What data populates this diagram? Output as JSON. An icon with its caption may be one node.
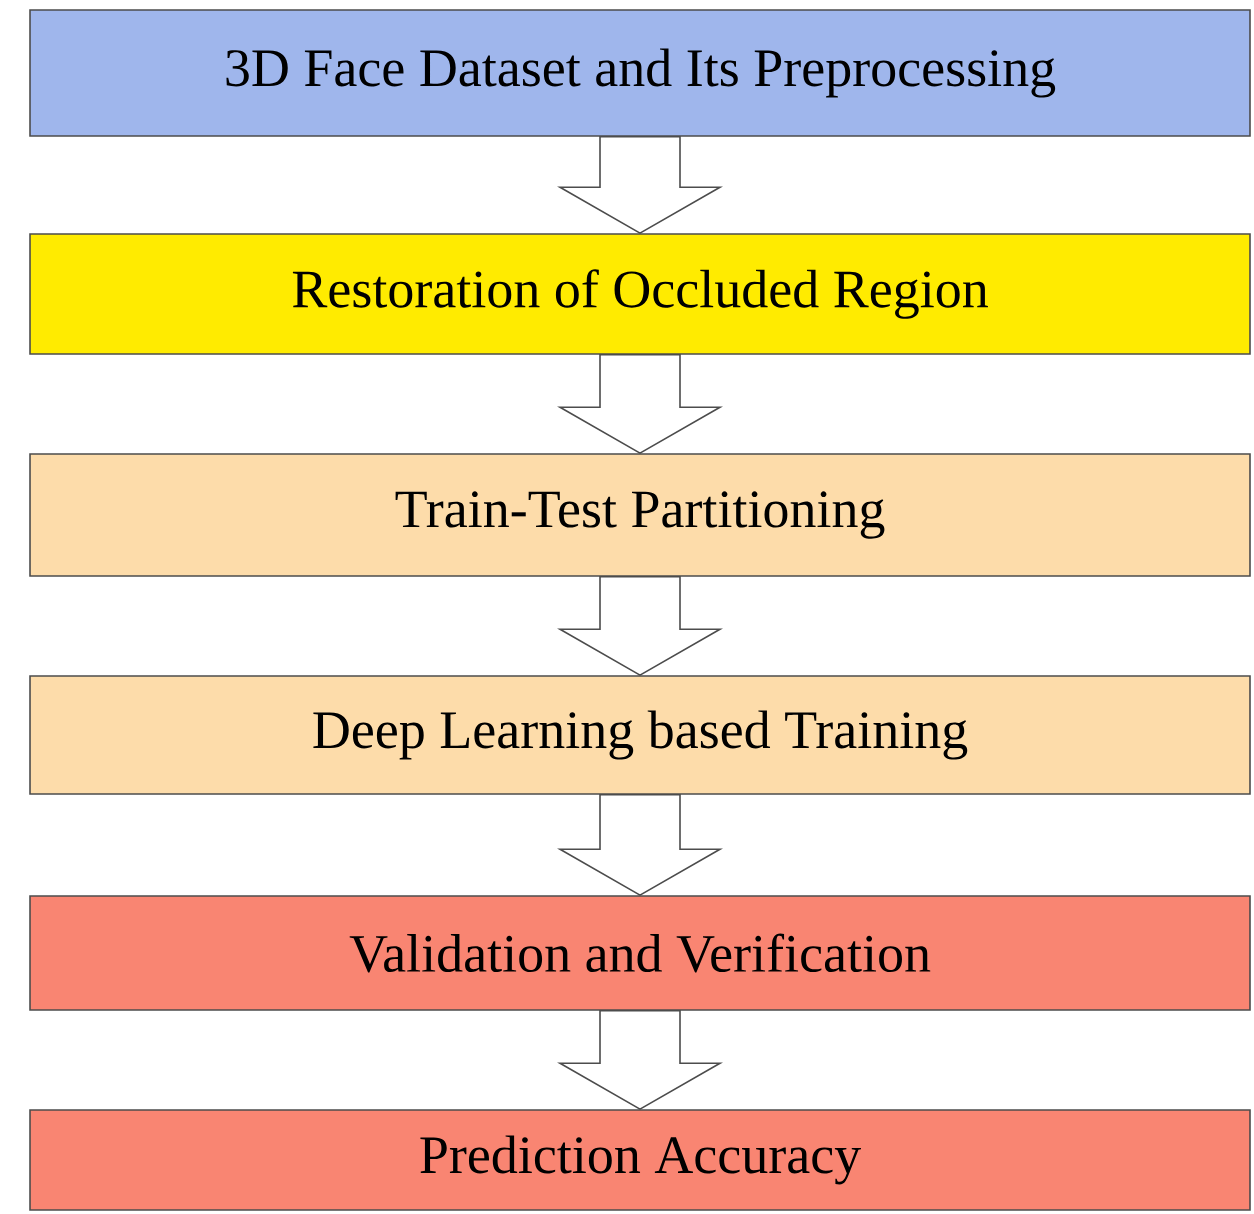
{
  "diagram": {
    "nodes": [
      {
        "text": [
          "3D Face Dataset and Its Preprocessing"
        ]
      },
      {
        "text": [
          "Restoration of Occluded Region"
        ]
      },
      {
        "text": [
          "Train-Test Partitioning"
        ]
      },
      {
        "text": [
          "Deep Learning based Training"
        ]
      },
      {
        "text": [
          "Validation and Verification"
        ]
      },
      {
        "text": [
          "Prediction Accuracy"
        ]
      }
    ],
    "edges": [
      {
        "from": 0,
        "to": 1,
        "arrow": "to"
      },
      {
        "from": 1,
        "to": 2,
        "arrow": "to"
      },
      {
        "from": 2,
        "to": 3,
        "arrow": "to"
      },
      {
        "from": 3,
        "to": 4,
        "arrow": "to"
      },
      {
        "from": 4,
        "to": 5,
        "arrow": "to"
      }
    ]
  }
}
